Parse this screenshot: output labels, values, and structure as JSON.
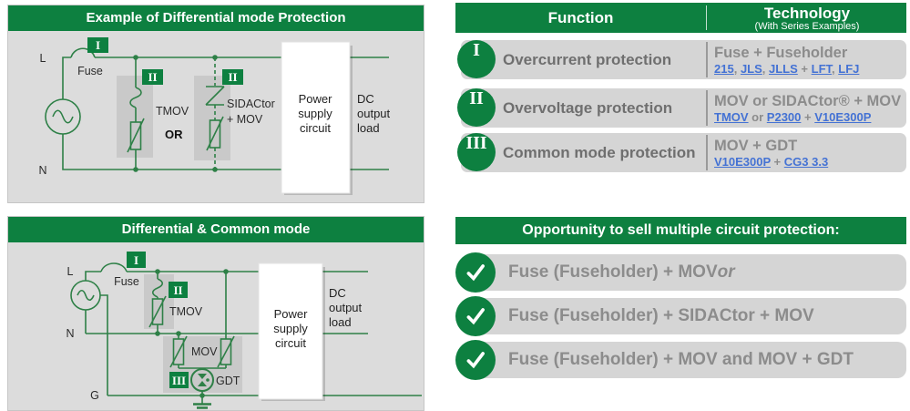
{
  "colors": {
    "green": "#0D8040",
    "wire_green": "#2E8047",
    "panel_bg": "#DCDCDC",
    "row_bg": "#D5D5D5",
    "link_blue": "#4472D4",
    "text_gray": "#8C8C8C"
  },
  "top_diagram": {
    "title": "Example of Differential mode Protection",
    "line_l": "L",
    "line_n": "N",
    "fuse_label": "Fuse",
    "badge_i": "I",
    "badge_ii_left": "II",
    "badge_ii_right": "II",
    "tmov_label": "TMOV",
    "or_label": "OR",
    "sidactor_line1": "SIDACtor",
    "sidactor_line2": "+ MOV",
    "power_box": [
      "Power",
      "supply",
      "circuit"
    ],
    "dc_load": [
      "DC",
      "output",
      "load"
    ]
  },
  "bottom_diagram": {
    "title": "Differential & Common mode",
    "line_l": "L",
    "line_n": "N",
    "line_g": "G",
    "fuse_label": "Fuse",
    "badge_i": "I",
    "badge_ii": "II",
    "badge_iii": "III",
    "tmov_label": "TMOV",
    "mov_label": "MOV",
    "gdt_label": "GDT",
    "power_box": [
      "Power",
      "supply",
      "circuit"
    ],
    "dc_load": [
      "DC",
      "output",
      "load"
    ]
  },
  "function_table": {
    "header_function": "Function",
    "header_technology": "Technology",
    "header_technology_sub": "(With Series Examples)",
    "rows": [
      {
        "numeral": "I",
        "function": "Overcurrent protection",
        "tech_title": "Fuse + Fuseholder",
        "tech_parts": [
          {
            "text": "215",
            "link": true
          },
          {
            "text": ", "
          },
          {
            "text": "JLS",
            "link": true
          },
          {
            "text": ", "
          },
          {
            "text": "JLLS",
            "link": true
          },
          {
            "text": " + "
          },
          {
            "text": "LFT",
            "link": true
          },
          {
            "text": ", "
          },
          {
            "text": "LFJ",
            "link": true
          }
        ]
      },
      {
        "numeral": "II",
        "function": "Overvoltage protection",
        "tech_title": "MOV or SIDACtor® + MOV",
        "tech_parts": [
          {
            "text": "TMOV",
            "link": true
          },
          {
            "text": " or "
          },
          {
            "text": "P2300",
            "link": true
          },
          {
            "text": " + "
          },
          {
            "text": "V10E300P",
            "link": true
          }
        ]
      },
      {
        "numeral": "III",
        "function": "Common mode protection",
        "tech_title": "MOV + GDT",
        "tech_parts": [
          {
            "text": "V10E300P",
            "link": true
          },
          {
            "text": " + "
          },
          {
            "text": "CG3 3.3",
            "link": true
          }
        ]
      }
    ]
  },
  "opportunity": {
    "title": "Opportunity to sell multiple circuit protection:",
    "items": [
      {
        "parts": [
          {
            "text": "Fuse (Fuseholder) + MOV "
          },
          {
            "text": "or",
            "italic": true
          }
        ]
      },
      {
        "parts": [
          {
            "text": "Fuse (Fuseholder) + SIDACtor + MOV"
          }
        ]
      },
      {
        "parts": [
          {
            "text": "Fuse (Fuseholder) + MOV and MOV + GDT"
          }
        ]
      }
    ]
  }
}
